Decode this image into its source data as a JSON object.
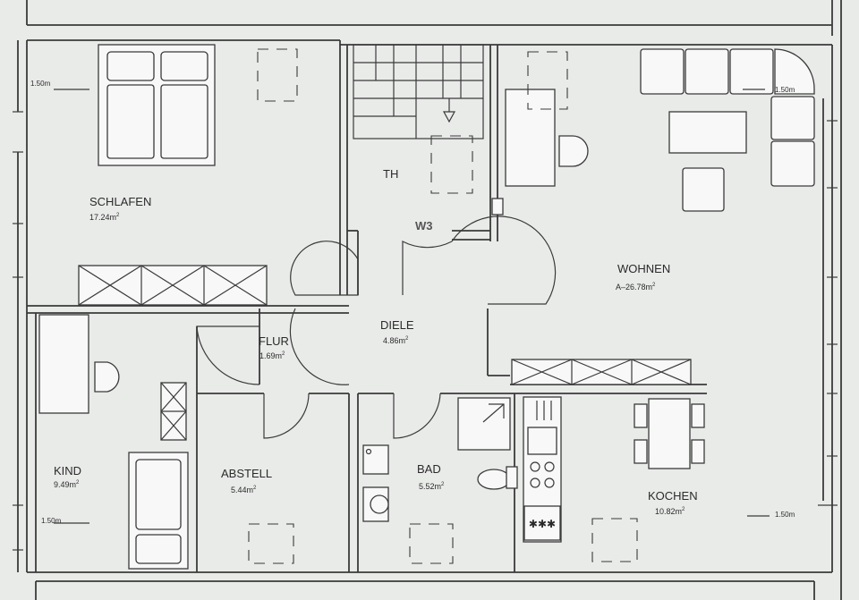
{
  "rooms": {
    "schlafen": {
      "name": "SCHLAFEN",
      "area": "17.24m",
      "unit_exp": "2"
    },
    "th": {
      "name": "TH"
    },
    "wohnen": {
      "name": "WOHNEN",
      "area": "A–26.78m",
      "unit_exp": "2"
    },
    "diele": {
      "name": "DIELE",
      "area": "4.86m",
      "unit_exp": "2"
    },
    "flur": {
      "name": "FLUR",
      "area": "1.69m",
      "unit_exp": "2"
    },
    "kind": {
      "name": "KIND",
      "area": "9.49m",
      "unit_exp": "2"
    },
    "abstell": {
      "name": "ABSTELL",
      "area": "5.44m",
      "unit_exp": "2"
    },
    "bad": {
      "name": "BAD",
      "area": "5.52m",
      "unit_exp": "2"
    },
    "kochen": {
      "name": "KOCHEN",
      "area": "10.82m",
      "unit_exp": "2"
    }
  },
  "unit_label": "W3",
  "dimensions": {
    "d1": "1.50m",
    "d2": "1.50m",
    "d3": "1.50m",
    "d4": "1.50m"
  },
  "colors": {
    "background": "#e9ebe9",
    "lines": "#3a3a3a",
    "text": "#2a2a2a"
  }
}
